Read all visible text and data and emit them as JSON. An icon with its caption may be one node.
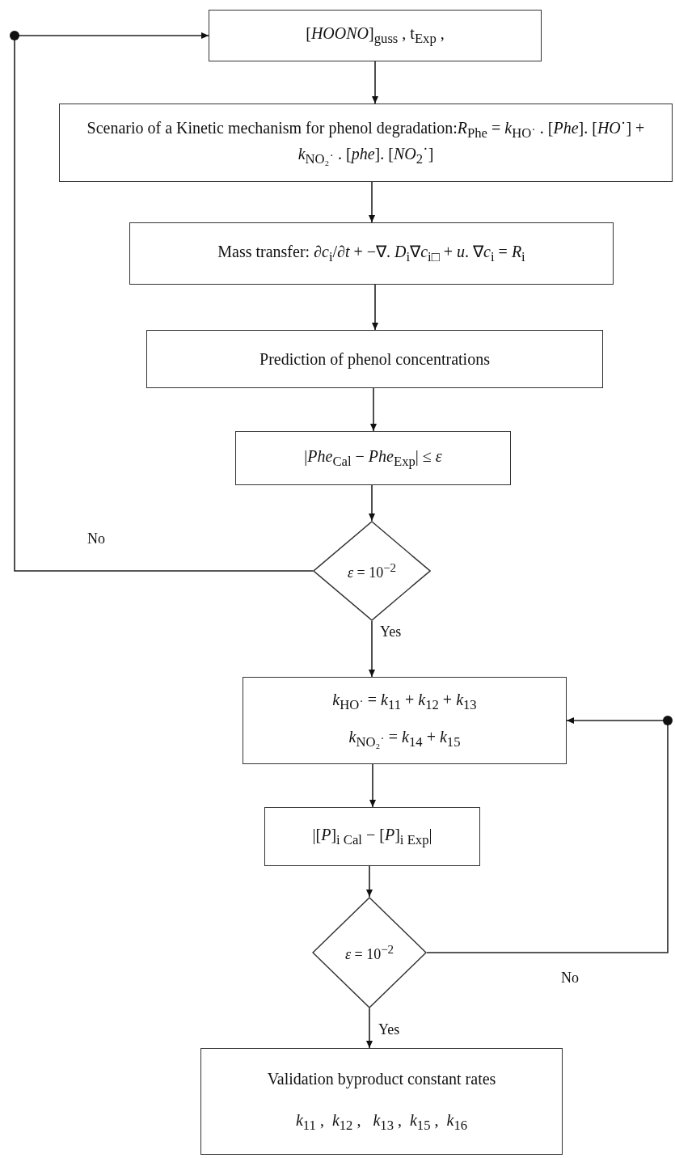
{
  "diagram": {
    "nodes": [
      {
        "text": [
          "[*HOONO*]$_{guss}$ , t$_{Exp}$ ,"
        ]
      },
      {
        "text": [
          "Scenario of a Kinetic mechanism for phenol degradation:*R*$_{Phe}$ = *k*$_{HO˙}$ . [*Phe*]. [*HO*˙] + *k*$_{NO₂˙}$ . [*phe*]. [*NO*$_{2}$˙]"
        ]
      },
      {
        "text": [
          "Mass transfer: ∂*c*$_{i}$/∂*t* + −∇. *D*$_{i}$∇*c*$_{i□}$ + *u*. ∇*c*$_{i}$ = *R*$_{i}$"
        ]
      },
      {
        "text": [
          "Prediction of phenol concentrations"
        ]
      },
      {
        "text": [
          "|*Phe*$_{Cal}$ − *Phe*$_{Exp}$| ≤ *ε*"
        ]
      },
      {
        "text": [
          "*ε* = 10$^{−2}$"
        ]
      },
      {
        "text": [
          "*k*$_{HO˙}$ = *k*$_{11}$ + *k*$_{12}$ + *k*$_{13}$",
          "*k*$_{NO₂˙}$ = *k*$_{14}$ + *k*$_{15}$"
        ]
      },
      {
        "text": [
          "|[*P*]$_{i Cal}$ − [*P*]$_{i Exp}$|"
        ]
      },
      {
        "text": [
          "*ε* = 10$^{−2}$"
        ]
      },
      {
        "text": [
          "Validation byproduct constant rates",
          "*k*$_{11}$ ,  *k*$_{12}$ ,   *k*$_{13}$ ,  *k*$_{15}$ ,  *k*$_{16}$"
        ]
      }
    ],
    "edges": [
      {
        "from": 0,
        "to": 1,
        "arrow": "to"
      },
      {
        "from": 1,
        "to": 2,
        "arrow": "to"
      },
      {
        "from": 2,
        "to": 3,
        "arrow": "to"
      },
      {
        "from": 3,
        "to": 4,
        "arrow": "to"
      },
      {
        "from": 4,
        "to": 5,
        "arrow": "to"
      },
      {
        "from": 5,
        "to": 6,
        "arrow": "to",
        "label": "Yes"
      },
      {
        "from": 6,
        "to": 7,
        "arrow": "to"
      },
      {
        "from": 7,
        "to": 8,
        "arrow": "to"
      },
      {
        "from": 8,
        "to": 9,
        "arrow": "to",
        "label": "Yes"
      },
      {
        "from": 5,
        "to": 0,
        "arrow": "to",
        "label": "No"
      },
      {
        "from": 8,
        "to": 6,
        "arrow": "to",
        "label": "No"
      }
    ]
  }
}
